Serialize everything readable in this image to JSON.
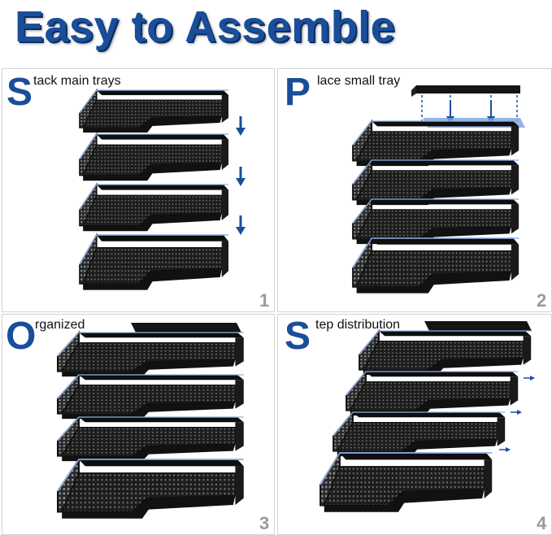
{
  "title": "Easy to Assemble",
  "colors": {
    "accent": "#1a4e9a",
    "tray": "#141414",
    "mesh": "#3a3a3a",
    "step_number": "#9a9a9a"
  },
  "steps": [
    {
      "letter": "S",
      "rest": "tack main trays",
      "number": "1"
    },
    {
      "letter": "P",
      "rest": "lace small tray",
      "number": "2"
    },
    {
      "letter": "O",
      "rest": "rganized",
      "number": "3"
    },
    {
      "letter": "S",
      "rest": "tep distribution",
      "number": "4"
    }
  ]
}
